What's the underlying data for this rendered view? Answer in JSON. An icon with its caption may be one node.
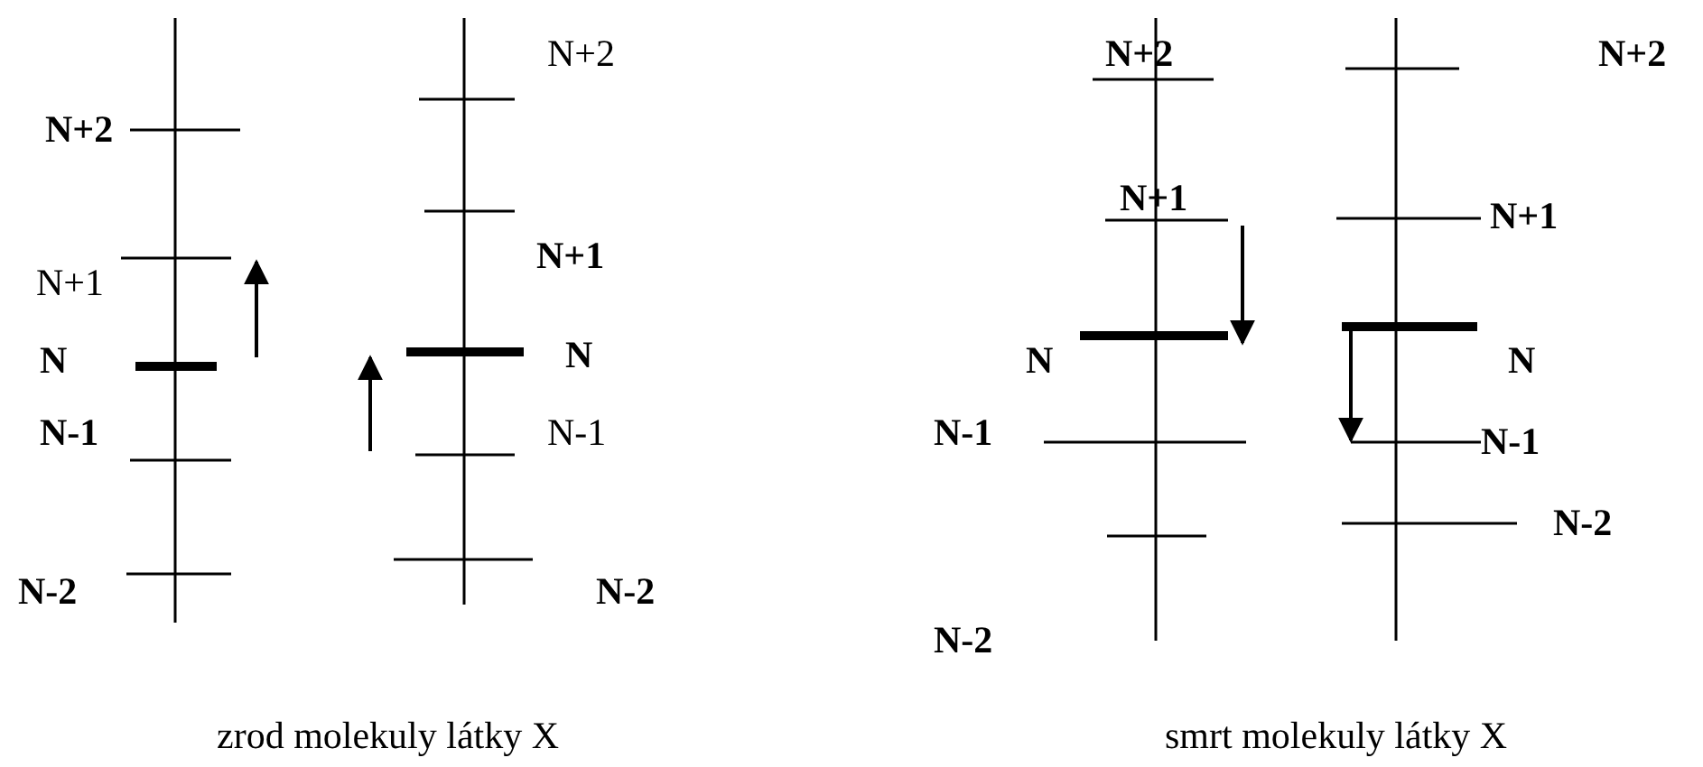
{
  "diagram": {
    "labels": [
      "N+2",
      "N+1",
      "N",
      "N-1",
      "N-2",
      "N+2",
      "N+1",
      "N",
      "N-1",
      "N-2",
      "N+2",
      "N+1",
      "N",
      "N-1",
      "N-2",
      "N+2",
      "N+1",
      "N",
      "N-1",
      "N-2",
      "zrod molekuly látky X",
      "smrt molekuly látky X"
    ]
  }
}
